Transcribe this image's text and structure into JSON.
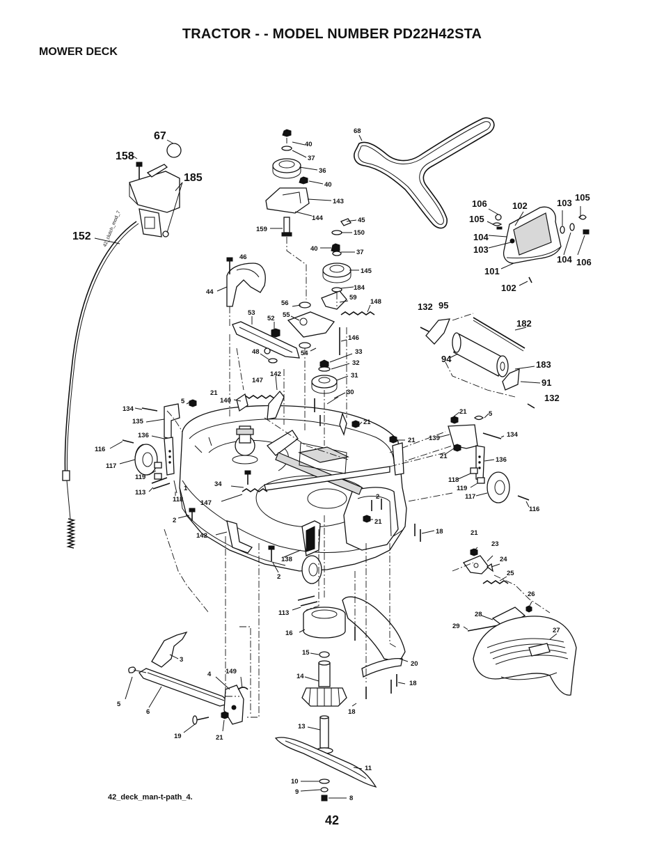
{
  "header": {
    "title": "TRACTOR - - MODEL NUMBER PD22H42STA",
    "section": "MOWER DECK"
  },
  "footer": {
    "file_label": "42_deck_man-t-path_4.",
    "page_number": "42"
  },
  "diagram": {
    "cable_label": "42_clutch_mod_7",
    "callouts": {
      "c67": "67",
      "c158": "158",
      "c185": "185",
      "c152": "152",
      "c40a": "40",
      "c37a": "37",
      "c36": "36",
      "c40b": "40",
      "c143": "143",
      "c144": "144",
      "c159": "159",
      "c45": "45",
      "c150": "150",
      "c40c": "40",
      "c37b": "37",
      "c145": "145",
      "c184": "184",
      "c68": "68",
      "c106a": "106",
      "c105a": "105",
      "c102a": "102",
      "c104a": "104",
      "c103a": "103",
      "c103b": "103",
      "c105b": "105",
      "c104b": "104",
      "c106b": "106",
      "c101": "101",
      "c102b": "102",
      "c46": "46",
      "c44": "44",
      "c53": "53",
      "c52": "52",
      "c56": "56",
      "c55": "55",
      "c59": "59",
      "c148": "148",
      "c146": "146",
      "c48": "48",
      "c54": "54",
      "c33": "33",
      "c32": "32",
      "c31": "31",
      "c30": "30",
      "c132a": "132",
      "c95": "95",
      "c182": "182",
      "c94": "94",
      "c183": "183",
      "c91": "91",
      "c132b": "132",
      "c147a": "147",
      "c142a": "142",
      "c21a": "21",
      "c5a": "5",
      "c140": "140",
      "c134a": "134",
      "c135": "135",
      "c136a": "136",
      "c116a": "116",
      "c117a": "117",
      "c119a": "119",
      "c113a": "113",
      "c118a": "118",
      "c1": "1",
      "c34": "34",
      "c147b": "147",
      "c2a": "2",
      "c21b": "21",
      "c21c": "21",
      "c21d": "21",
      "c5b": "5",
      "c139": "139",
      "c134b": "134",
      "c21e": "21",
      "c136b": "136",
      "c118b": "118",
      "c119b": "119",
      "c117b": "117",
      "c116b": "116",
      "c2b": "2",
      "c21f": "21",
      "c18a": "18",
      "c142b": "142",
      "c138": "138",
      "c2c": "2",
      "c21g": "21",
      "c23": "23",
      "c24": "24",
      "c25": "25",
      "c26": "26",
      "c28": "28",
      "c29": "29",
      "c27": "27",
      "c113b": "113",
      "c16": "16",
      "c15": "15",
      "c14": "14",
      "c20": "20",
      "c18b": "18",
      "c18c": "18",
      "c3": "3",
      "c4": "4",
      "c149": "149",
      "c5c": "5",
      "c6": "6",
      "c19": "19",
      "c21h": "21",
      "c13": "13",
      "c11": "11",
      "c10": "10",
      "c9": "9",
      "c8": "8"
    }
  }
}
